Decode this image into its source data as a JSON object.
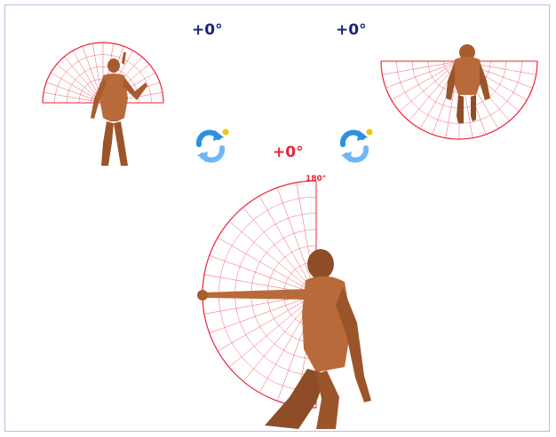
{
  "views": {
    "front": {
      "angle_label": "+0°"
    },
    "top": {
      "angle_label": "+0°"
    },
    "side": {
      "angle_label": "+0°",
      "dial_label": "180°"
    }
  },
  "icons": {
    "rotate_left": "rotate-icon",
    "rotate_right": "rotate-icon"
  },
  "colors": {
    "dial_line": "#e8253a",
    "front_top_angle": "#1a237e",
    "side_angle": "#e8253a",
    "skin": "#b86a3a",
    "rotate_icon_blue": "#2d8fe0",
    "rotate_dot": "#f4c20d"
  }
}
